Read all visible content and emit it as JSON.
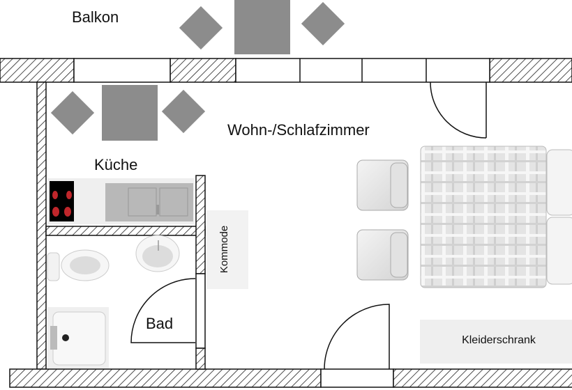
{
  "rooms": {
    "balcony": "Balkon",
    "living": "Wohn-/Schlafzimmer",
    "kitchen": "Küche",
    "bath": "Bad"
  },
  "furniture": {
    "dresser": "Kommode",
    "wardrobe": "Kleiderschrank"
  },
  "colors": {
    "wall": "#111111",
    "table": "#8c8c8c",
    "furniture_fill": "#efefef",
    "stove": "#000000",
    "burner": "#c0262b"
  }
}
